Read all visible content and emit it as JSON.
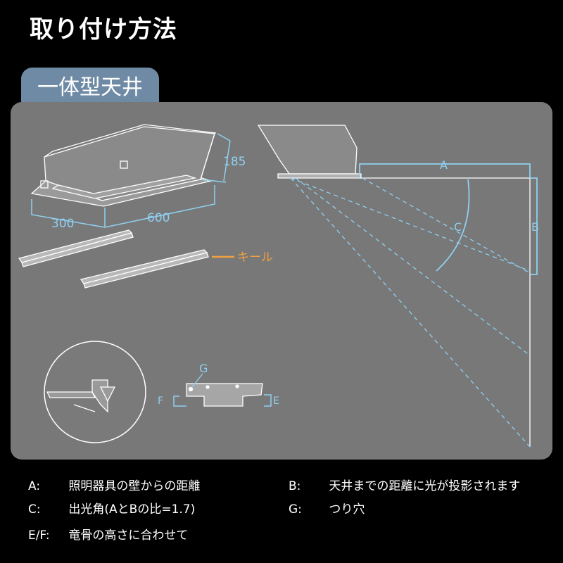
{
  "title": "取り付け方法",
  "tab": "一体型天井",
  "diagram": {
    "dim_185": "185",
    "dim_300": "300",
    "dim_600": "600",
    "keel_label": "キール",
    "label_A": "A",
    "label_B": "B",
    "label_C": "C",
    "label_G": "G",
    "label_E": "E",
    "label_F": "F"
  },
  "legend": [
    {
      "key": "A:",
      "text": "照明器具の壁からの距離"
    },
    {
      "key": "B:",
      "text": "天井までの距離に光が投影されます"
    },
    {
      "key": "C:",
      "text": "出光角(AとBの比=1.7)"
    },
    {
      "key": "G:",
      "text": "つり穴"
    },
    {
      "key": "E/F:",
      "text": "竜骨の高さに合わせて"
    }
  ],
  "colors": {
    "background": "#000000",
    "panel": "#787878",
    "tab": "#6f8aa4",
    "dimension_blue": "#8fd0f0",
    "keel_orange": "#f0a040",
    "line_white": "#ffffff"
  }
}
